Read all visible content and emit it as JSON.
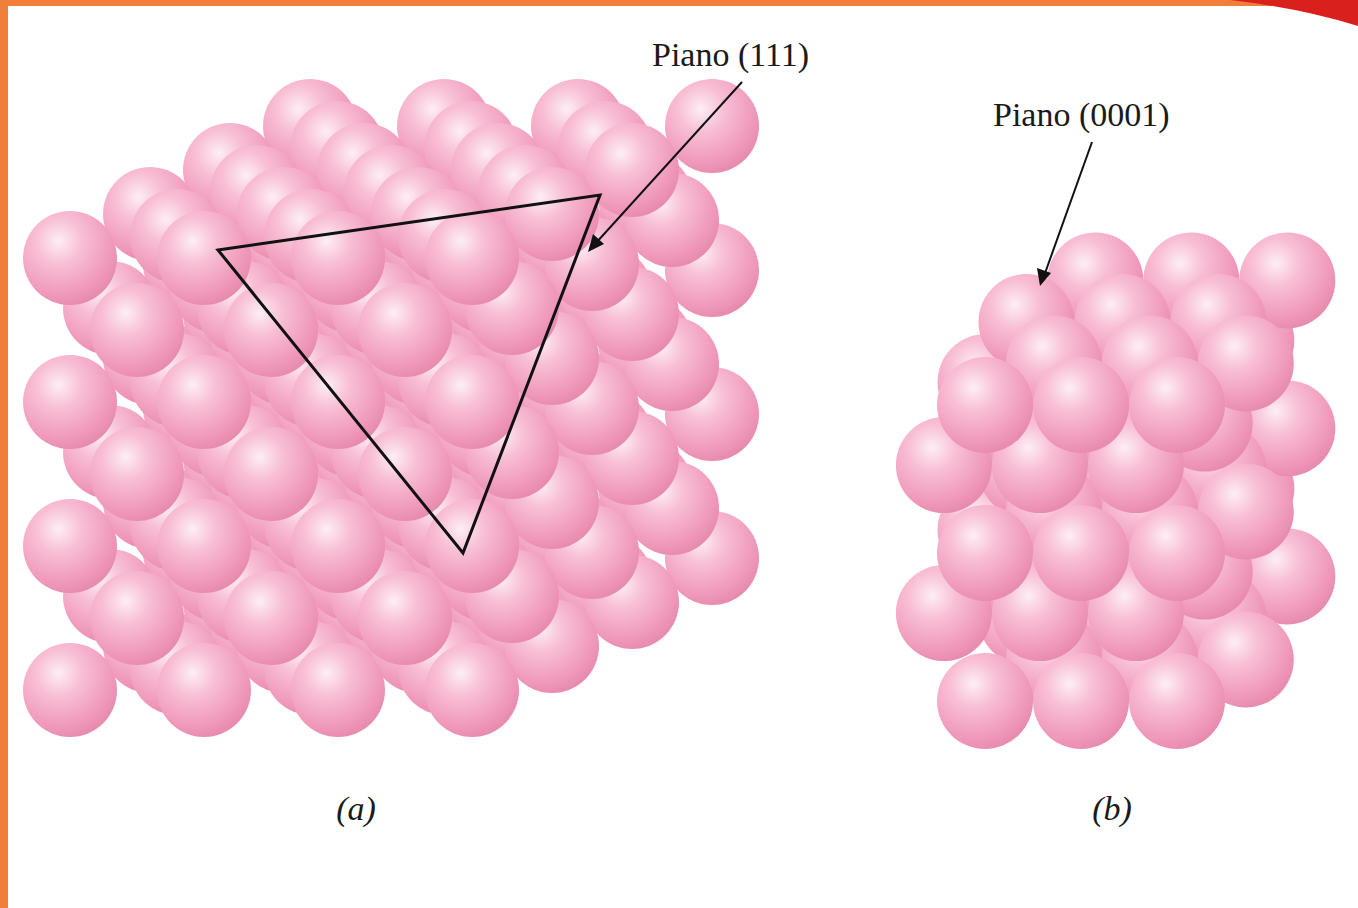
{
  "diagram": {
    "labels": [
      "Piano (111)",
      "Piano (0001)",
      "(a)",
      "(b)"
    ]
  }
}
